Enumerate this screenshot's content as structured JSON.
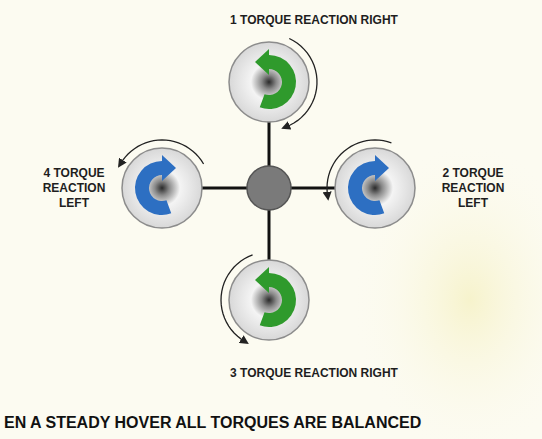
{
  "diagram": {
    "caption": "EN A STEADY HOVER ALL TORQUES ARE BALANCED",
    "nodes": [
      {
        "text": [
          "1 TORQUE REACTION RIGHT"
        ]
      },
      {
        "text": [
          "4 TORQUE REACTION LEFT"
        ]
      },
      {
        "text": [
          "2 TORQUE REACTION LEFT"
        ]
      },
      {
        "text": [
          "3 TORQUE REACTION RIGHT"
        ]
      }
    ]
  }
}
